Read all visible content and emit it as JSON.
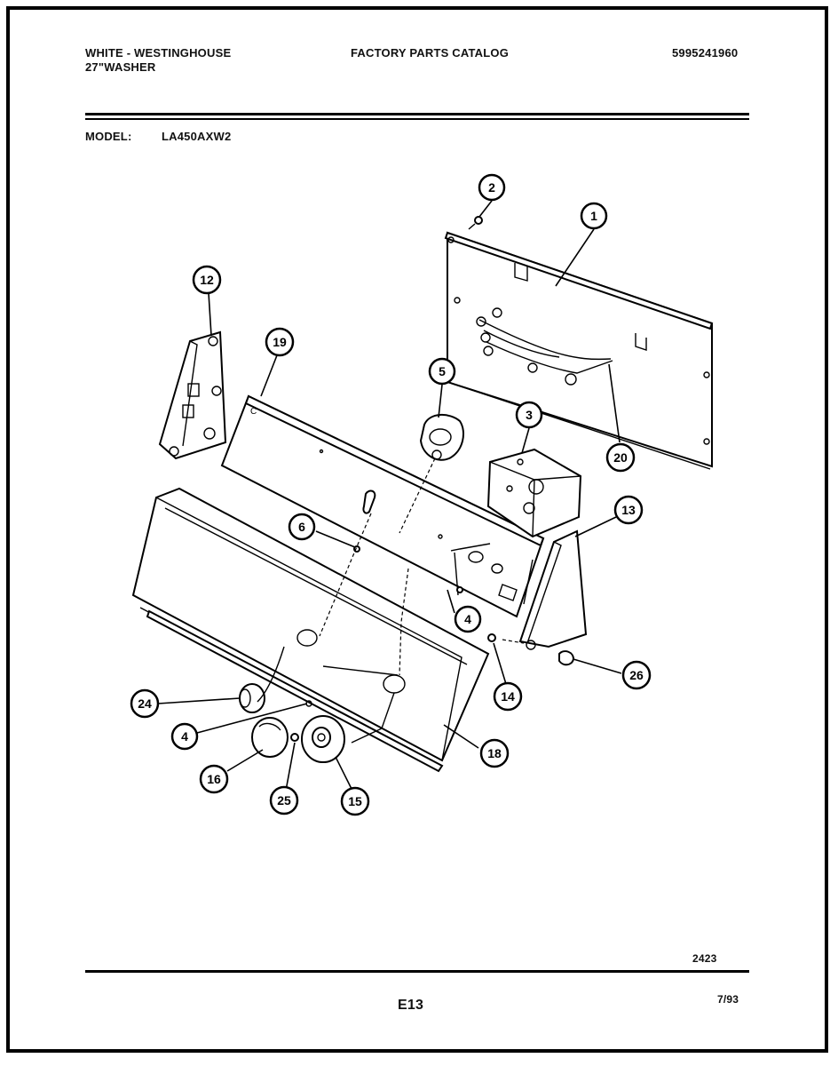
{
  "header": {
    "brand": "WHITE - WESTINGHOUSE",
    "product": "27\"WASHER",
    "catalog_title": "FACTORY PARTS CATALOG",
    "catalog_number": "5995241960",
    "model_label": "MODEL:",
    "model_value": "LA450AXW2"
  },
  "callouts": [
    "1",
    "2",
    "3",
    "4",
    "4",
    "5",
    "6",
    "12",
    "13",
    "14",
    "15",
    "16",
    "18",
    "19",
    "20",
    "24",
    "25",
    "26"
  ],
  "footer": {
    "drawing_number": "2423",
    "page_code": "E13",
    "date": "7/93"
  }
}
